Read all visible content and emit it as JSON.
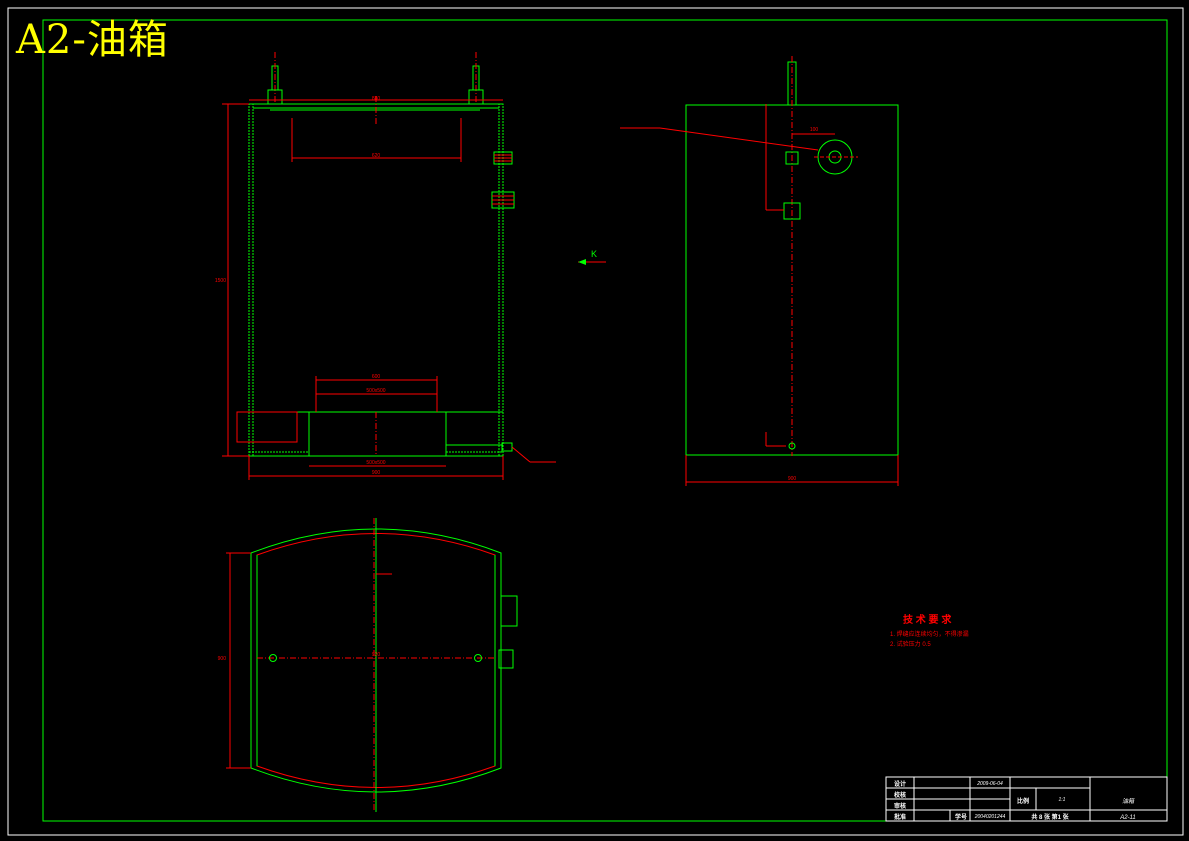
{
  "drawing_title": "A2-油箱",
  "colors": {
    "background": "#000000",
    "frame": "#ffffff",
    "outline": "#00ff00",
    "dimension": "#ff0000",
    "title": "#ffff00"
  },
  "view_marker": "K",
  "front_view": {
    "dims": [
      "880",
      "620",
      "1500",
      "600",
      "500x500",
      "500x500",
      "900"
    ]
  },
  "side_view": {
    "dims": [
      "100",
      "900"
    ]
  },
  "top_view": {
    "dims": [
      "900",
      "920"
    ]
  },
  "tech_requirements": {
    "heading": "技 术 要 求",
    "lines": [
      "1. 焊缝应连续均匀，不得渗漏",
      "2. 试验压力     0.5"
    ]
  },
  "title_block": {
    "design_label": "设计",
    "date": "2009-06-04",
    "check_label": "校核",
    "review_label": "审核",
    "approve_label": "批准",
    "school_label": "学号",
    "student_no": "20040201244",
    "scale_label": "比例",
    "scale": "1:1",
    "part_name": "油箱",
    "sheet_info": "共 8 张  第1 张",
    "drawing_no": "A2-11"
  }
}
